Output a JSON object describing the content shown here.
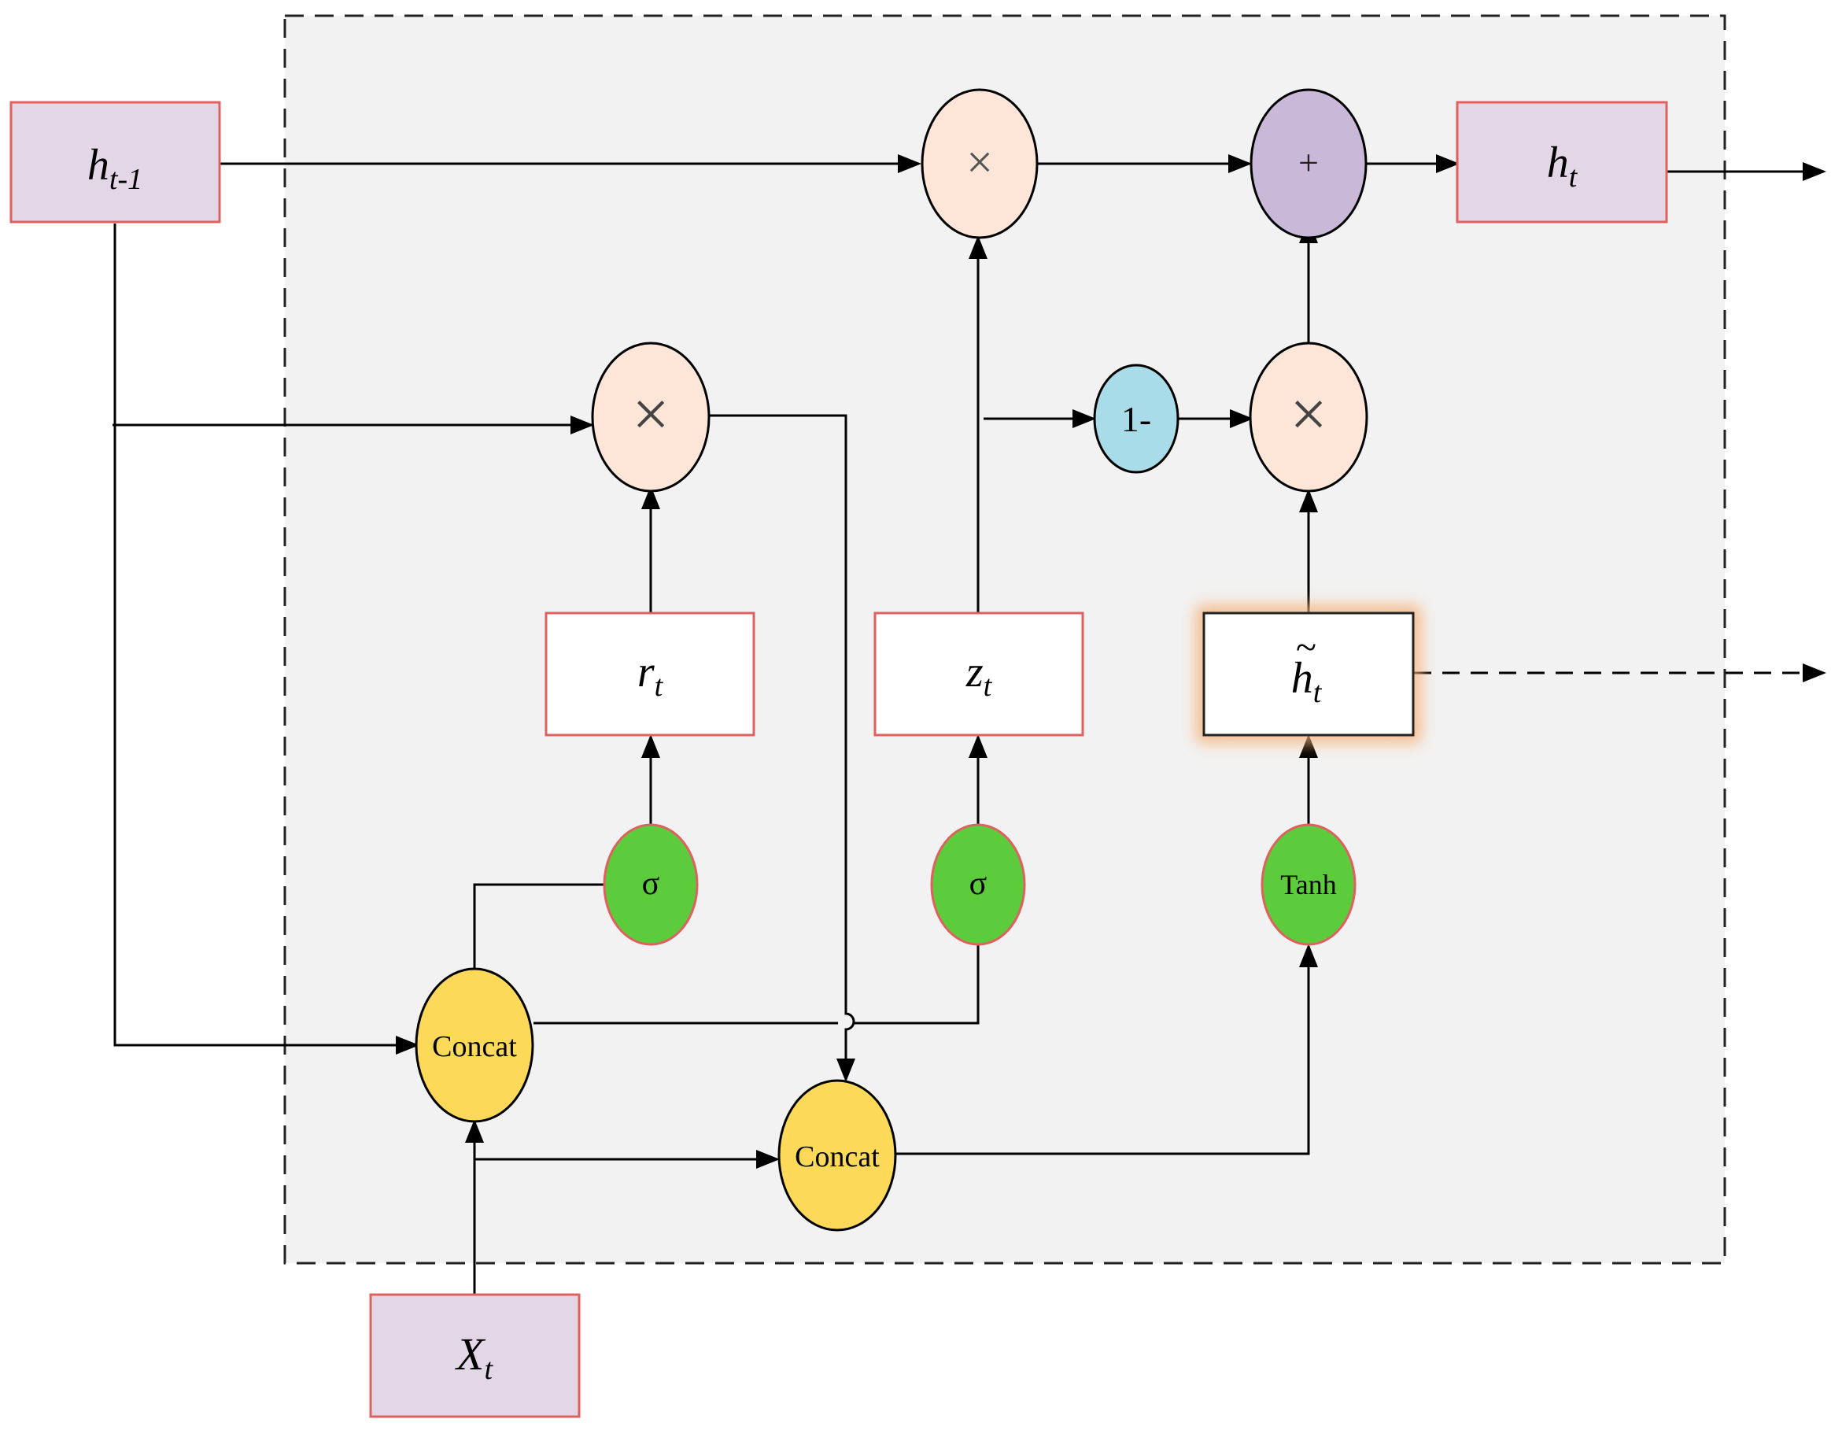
{
  "diagram": {
    "title": "",
    "nodes": {
      "h_prev": {
        "base": "h",
        "sub": "t-1",
        "shape": "rectangle",
        "fill": "#e3d7e7",
        "stroke": "#e06060"
      },
      "h_t": {
        "base": "h",
        "sub": "t",
        "shape": "rectangle",
        "fill": "#e3d7e7",
        "stroke": "#e06060"
      },
      "x_t": {
        "base": "X",
        "sub": "t",
        "shape": "rectangle",
        "fill": "#e3d7e7",
        "stroke": "#e06060"
      },
      "r_t": {
        "base": "r",
        "sub": "t",
        "shape": "rectangle",
        "fill": "#ffffff",
        "stroke": "#e06060"
      },
      "z_t": {
        "base": "z",
        "sub": "t",
        "shape": "rectangle",
        "fill": "#ffffff",
        "stroke": "#e06060"
      },
      "h_cand": {
        "base": "h",
        "tilde": "~",
        "sub": "t",
        "shape": "rectangle",
        "fill": "#ffffff",
        "stroke": "#222222",
        "glow": "#f6b27c"
      },
      "mult_top": {
        "symbol": "×",
        "shape": "ellipse",
        "fill": "#fde6d8"
      },
      "mult_reset": {
        "symbol": "×",
        "shape": "ellipse",
        "fill": "#fde6d8"
      },
      "mult_right": {
        "symbol": "×",
        "shape": "ellipse",
        "fill": "#fde6d8"
      },
      "add": {
        "symbol": "+",
        "shape": "ellipse",
        "fill": "#c9b8d8"
      },
      "one_minus": {
        "label": "1-",
        "shape": "ellipse",
        "fill": "#a8dce8"
      },
      "sigma_r": {
        "label": "σ",
        "shape": "ellipse",
        "fill": "#5ccc3c"
      },
      "sigma_z": {
        "label": "σ",
        "shape": "ellipse",
        "fill": "#5ccc3c"
      },
      "tanh": {
        "label": "Tanh",
        "shape": "ellipse",
        "fill": "#5ccc3c"
      },
      "concat_1": {
        "label": "Concat",
        "shape": "ellipse",
        "fill": "#fdd95a"
      },
      "concat_2": {
        "label": "Concat",
        "shape": "ellipse",
        "fill": "#fdd95a"
      }
    },
    "colors": {
      "cell_background": "#f2f2f2",
      "line": "#000000",
      "node_outline": "#e06060"
    }
  }
}
